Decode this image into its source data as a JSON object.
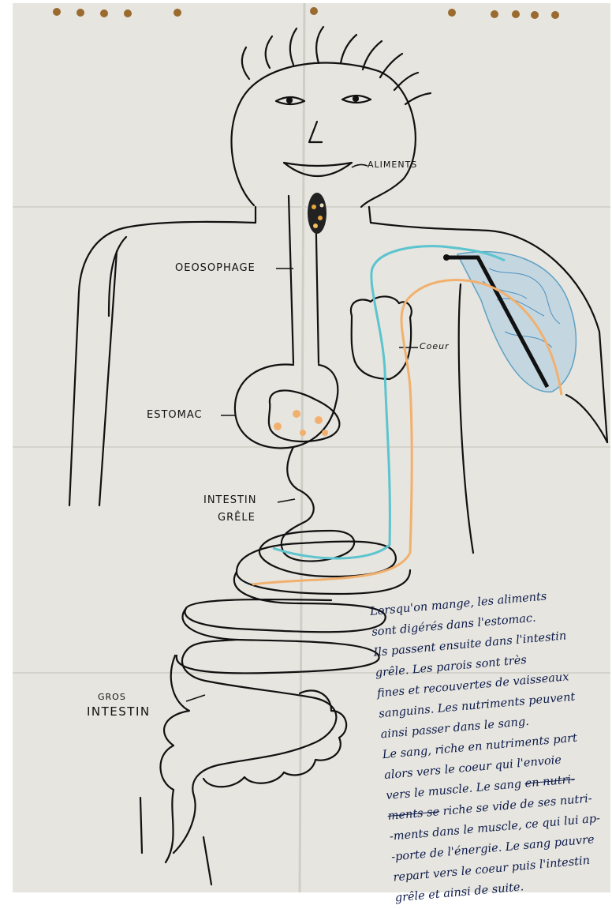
{
  "labels": {
    "aliments": "ALIMENTS",
    "oesophage": "OEOSOPHAGE",
    "coeur": "Coeur",
    "estomac": "ESTOMAC",
    "intestin_grele_line1": "INTESTIN",
    "intestin_grele_line2": "GRÊLE",
    "gros_intestin_line1": "GROS",
    "gros_intestin_line2": "INTESTIN"
  },
  "handwritten_text": {
    "lines": [
      {
        "text": "Lorsqu'on mange, les aliments"
      },
      {
        "text": "sont digérés dans l'estomac."
      },
      {
        "text": "Ils passent ensuite dans l'intestin"
      },
      {
        "text": "grêle. Les parois sont très"
      },
      {
        "text": "fines et recouvertes de vaisseaux"
      },
      {
        "text": "sanguins. Les nutriments peuvent"
      },
      {
        "text": "ainsi passer dans le sang."
      },
      {
        "text": "Le sang, riche en nutriments part"
      },
      {
        "text": "alors vers le coeur qui l'envoie"
      },
      {
        "text": "vers le muscle. Le sang",
        "struck": "en nutri-"
      },
      {
        "struck": "ments se",
        "text": " riche se vide de ses nutri-"
      },
      {
        "text": "-ments dans le muscle, ce qui lui ap-"
      },
      {
        "text": "-porte de l'énergie. Le sang pauvre"
      },
      {
        "text": "repart vers le coeur puis l'intestin"
      },
      {
        "text": "grêle et ainsi de suite."
      }
    ]
  },
  "colors": {
    "paper": "#e6e5df",
    "ink": "#111111",
    "blood_rich": "#f2b06e",
    "blood_poor": "#5cc4cf",
    "muscle_fill": "#8ab8d6"
  }
}
